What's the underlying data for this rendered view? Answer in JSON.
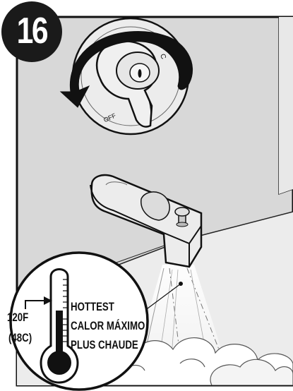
{
  "step": {
    "number": "16"
  },
  "valve": {
    "off_label": "OFF",
    "c_label": "C"
  },
  "thermometer": {
    "temp_f": "120F",
    "temp_c": "(48C)",
    "labels": [
      "HOTTEST",
      "CALOR MÁXIMO",
      "PLUS CHAUDE"
    ]
  },
  "colors": {
    "panel": "#d8d8d8",
    "ink": "#1a1a1a",
    "paper": "#ffffff"
  },
  "icons": [
    "rotate-arrow-icon",
    "thermometer-icon"
  ]
}
